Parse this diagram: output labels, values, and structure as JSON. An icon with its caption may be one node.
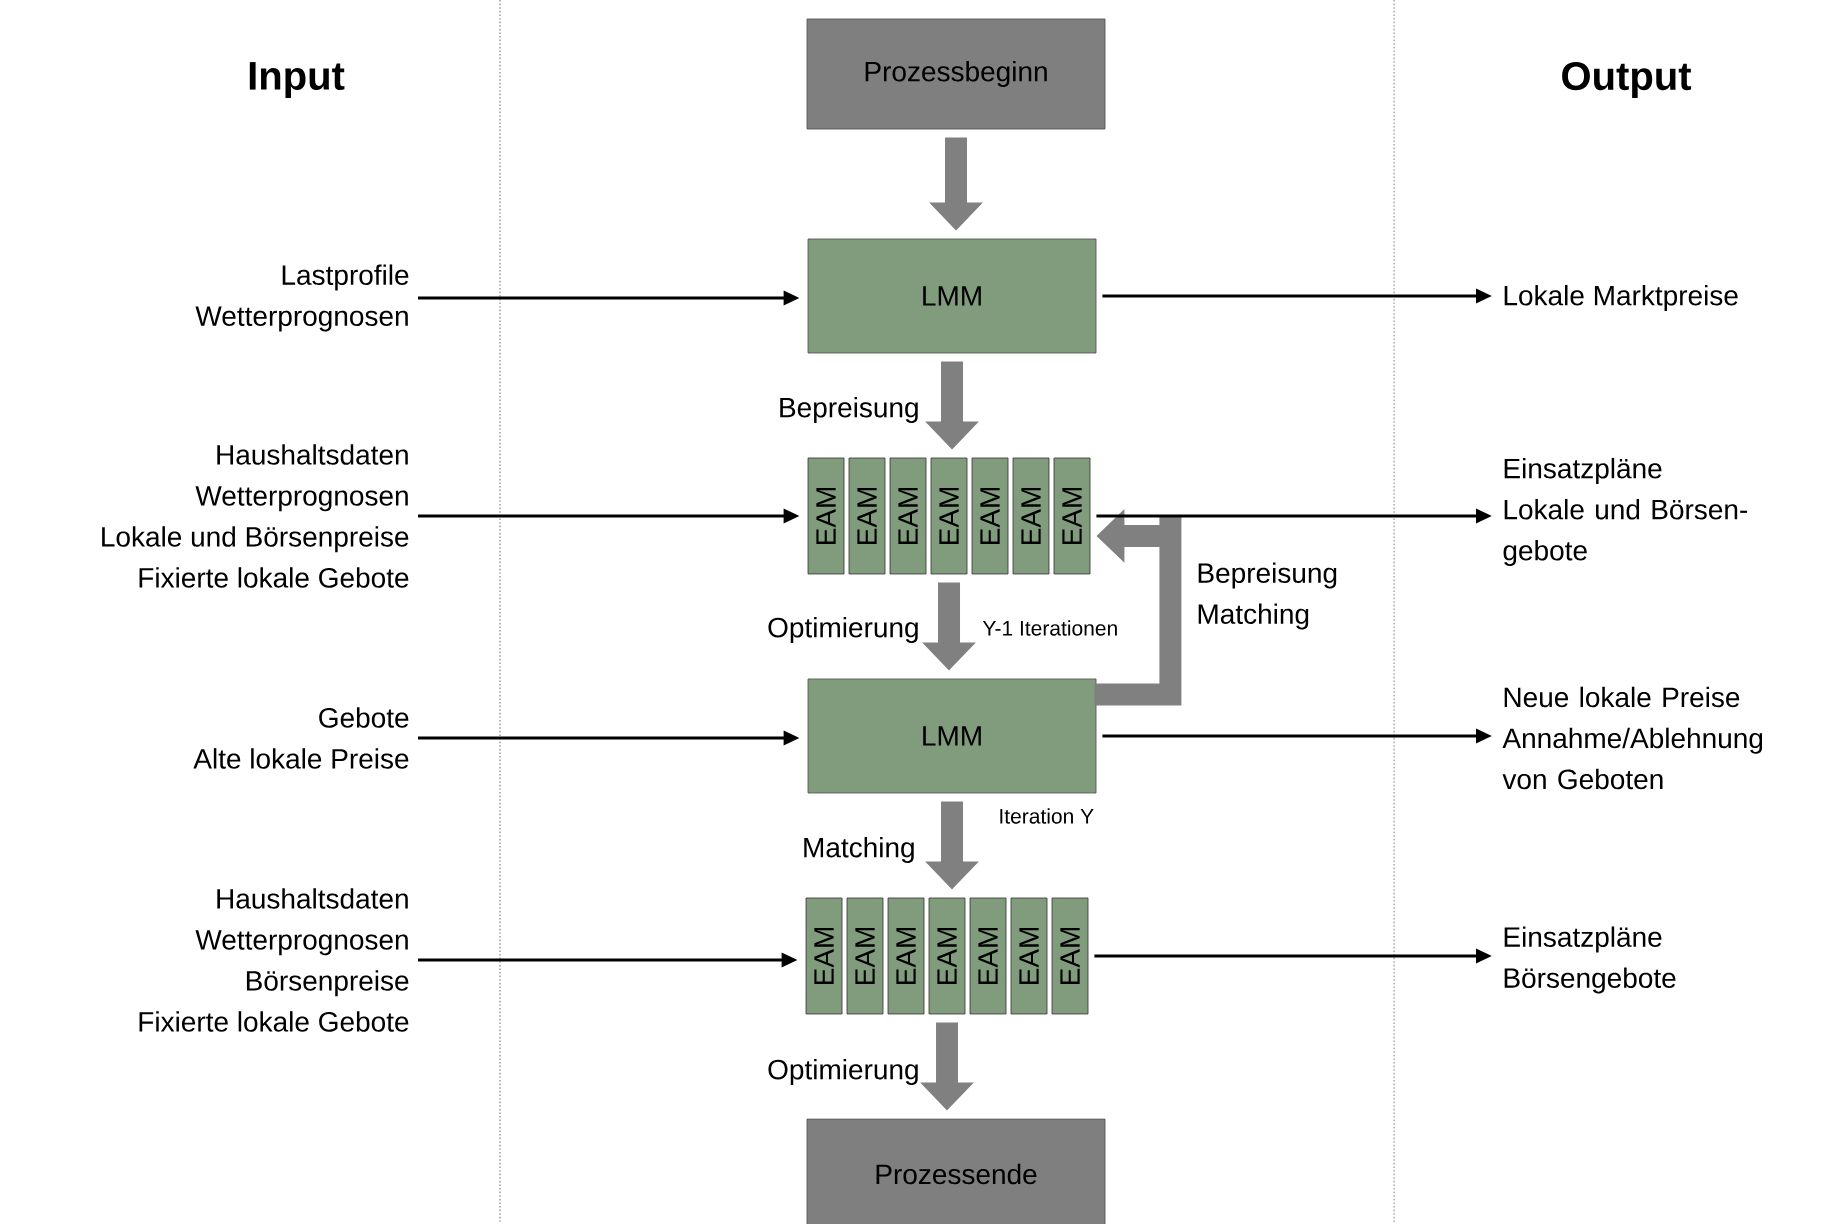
{
  "diagram": {
    "nodes": [
      {
        "text": [
          "Prozessbeginn"
        ]
      },
      {
        "text": [
          "LMM"
        ]
      },
      {
        "text": [
          "EAM"
        ]
      },
      {
        "text": [
          "EAM"
        ]
      },
      {
        "text": [
          "EAM"
        ]
      },
      {
        "text": [
          "EAM"
        ]
      },
      {
        "text": [
          "EAM"
        ]
      },
      {
        "text": [
          "EAM"
        ]
      },
      {
        "text": [
          "EAM"
        ]
      },
      {
        "text": [
          "LMM"
        ]
      },
      {
        "text": [
          "EAM"
        ]
      },
      {
        "text": [
          "EAM"
        ]
      },
      {
        "text": [
          "EAM"
        ]
      },
      {
        "text": [
          "EAM"
        ]
      },
      {
        "text": [
          "EAM"
        ]
      },
      {
        "text": [
          "EAM"
        ]
      },
      {
        "text": [
          "EAM"
        ]
      },
      {
        "text": [
          "Prozessende"
        ]
      },
      {
        "text": [
          "Lastprofile",
          "Wetterprognosen"
        ]
      },
      {
        "text": [
          "Haushaltsdaten",
          "Wetterprognosen",
          "Lokale und Börsenpreise",
          "Fixierte lokale Gebote"
        ]
      },
      {
        "text": [
          "Gebote",
          "Alte lokale Preise"
        ]
      },
      {
        "text": [
          "Haushaltsdaten",
          "Wetterprognosen",
          "Börsenpreise",
          "Fixierte lokale Gebote"
        ]
      },
      {
        "text": [
          "Lokale Marktpreise"
        ]
      },
      {
        "text": [
          "Einsatzpläne",
          "Lokale und Börsen-gebote"
        ]
      },
      {
        "text": [
          "Neue lokale Preise",
          "Annahme/Ablehnung von Geboten"
        ]
      },
      {
        "text": [
          "Einsatzpläne",
          "Börsengebote"
        ]
      }
    ],
    "edges": [
      {
        "from": 0,
        "to": 1,
        "arrow": "to",
        "style": "thick",
        "color": "#808080"
      },
      {
        "from": 1,
        "to": 5,
        "arrow": "to",
        "style": "thick",
        "color": "#808080",
        "label": "Bepreisung"
      },
      {
        "from": 5,
        "to": 9,
        "arrow": "to",
        "style": "thick",
        "color": "#808080",
        "label": "Optimierung"
      },
      {
        "from": 9,
        "to": 13,
        "arrow": "to",
        "style": "thick",
        "color": "#808080",
        "label": "Matching"
      },
      {
        "from": 13,
        "to": 17,
        "arrow": "to",
        "style": "thick",
        "color": "#808080",
        "label": "Optimierung"
      },
      {
        "from": 9,
        "to": 8,
        "arrow": "to",
        "style": "thick",
        "color": "#808080",
        "label": "Bepreisung Matching"
      },
      {
        "from": 18,
        "to": 1,
        "arrow": "to"
      },
      {
        "from": 19,
        "to": 2,
        "arrow": "to"
      },
      {
        "from": 20,
        "to": 9,
        "arrow": "to"
      },
      {
        "from": 21,
        "to": 10,
        "arrow": "to"
      },
      {
        "from": 1,
        "to": 22,
        "arrow": "to"
      },
      {
        "from": 8,
        "to": 23,
        "arrow": "to"
      },
      {
        "from": 9,
        "to": 24,
        "arrow": "to"
      },
      {
        "from": 16,
        "to": 25,
        "arrow": "to"
      }
    ],
    "labels": [
      "Input",
      "Output",
      "Y-1 Iterationen",
      "Iteration Y"
    ]
  }
}
